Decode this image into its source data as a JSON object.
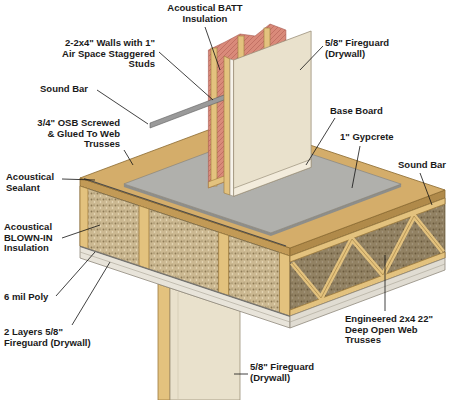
{
  "diagram": {
    "labels": [
      "Acoustical BATT Insulation",
      "2-2x4\" Walls with 1\" Air Space Staggered Studs",
      "5/8\" Fireguard (Drywall)",
      "Sound Bar",
      "Base Board",
      "3/4\" OSB Screwed & Glued To Web Trusses",
      "1\" Gypcrete",
      "Acoustical Sealant",
      "Sound Bar",
      "Acoustical BLOWN-IN Insulation",
      "6 mil Poly",
      "Engineered 2x4 22\" Deep Open Web Trusses",
      "2 Layers 5/8\" Fireguard (Drywall)",
      "5/8\" Fireguard (Drywall)"
    ]
  }
}
